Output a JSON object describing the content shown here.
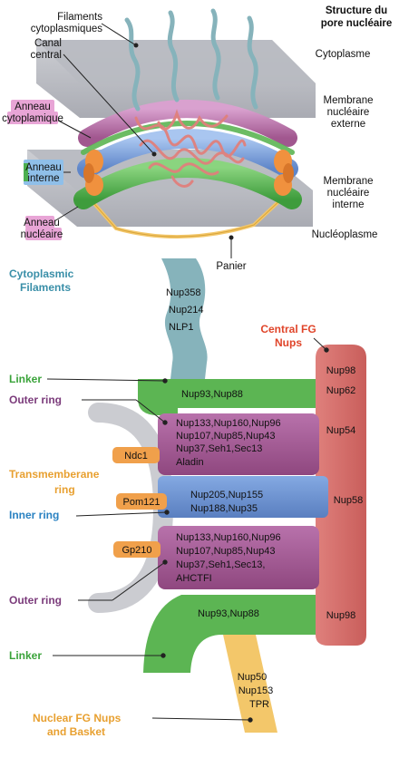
{
  "top": {
    "title_line1": "Structure du",
    "title_line2": "pore nucléaire",
    "filaments_line1": "Filaments",
    "filaments_line2": "cytoplasmiques",
    "canal_line1": "Canal",
    "canal_line2": "central",
    "cytoplasme": "Cytoplasme",
    "membrane_ext_line1": "Membrane",
    "membrane_ext_line2": "nucléaire",
    "membrane_ext_line3": "externe",
    "anneau_cyto_line1": "Anneau",
    "anneau_cyto_line2": "cytoplamique",
    "anneau_int_line1": "Anneau",
    "anneau_int_line2": "interne",
    "membrane_int_line1": "Membrane",
    "membrane_int_line2": "nucléaire",
    "membrane_int_line3": "interne",
    "anneau_nuc_line1": "Anneau",
    "anneau_nuc_line2": "nucléaire",
    "nucleoplasme": "Nucléoplasme",
    "panier": "Panier"
  },
  "bottom": {
    "cyto_filaments_line1": "Cytoplasmic",
    "cyto_filaments_line2": "Filaments",
    "filament_nups": [
      "Nup358",
      "Nup214",
      "NLP1"
    ],
    "central_fg_line1": "Central FG",
    "central_fg_line2": "Nups",
    "central_nups": [
      "Nup98",
      "Nup62",
      "Nup54",
      "Nup58",
      "Nup98"
    ],
    "linker_top": "Linker",
    "linker_top_nups": "Nup93,Nup88",
    "outer_ring_top": "Outer ring",
    "outer_top_nups": [
      "Nup133,Nup160,Nup96",
      "Nup107,Nup85,Nup43",
      "Nup37,Seh1,Sec13",
      "Aladin"
    ],
    "ndc1": "Ndc1",
    "transmembrane_line1": "Transmemberane",
    "transmembrane_line2": "ring",
    "pom121": "Pom121",
    "inner_ring": "Inner ring",
    "inner_nups": [
      "Nup205,Nup155",
      "Nup188,Nup35"
    ],
    "gp210": "Gp210",
    "outer_bottom_nups": [
      "Nup133,Nup160,Nup96",
      "Nup107,Nup85,Nup43",
      "Nup37,Seh1,Sec13,",
      "AHCTFI"
    ],
    "outer_ring_bottom": "Outer ring",
    "linker_bottom_nups": "Nup93,Nup88",
    "linker_bottom": "Linker",
    "basket_nups": [
      "Nup50",
      "Nup153",
      "TPR"
    ],
    "nuclear_fg_line1": "Nuclear FG Nups",
    "nuclear_fg_line2": "and Basket"
  },
  "colors": {
    "membrane": "#a7a9b2",
    "cytoplasmic_ring": "#c583b9",
    "inner_ring": "#8aaee4",
    "nuclear_ring": "#63c05a",
    "orange": "#f0913e",
    "filaments": "#86b3bb",
    "central_fg": "#d97673",
    "outer_ring_block": "#a45b9a",
    "inner_ring_block": "#6e92cf",
    "linker": "#5cb553",
    "basket": "#f3c76a",
    "tm_label": "#f0a04b",
    "label_green": "#3aa33a",
    "label_purple": "#7b3b7b",
    "label_blue": "#2a82c2",
    "label_red": "#e0452a",
    "label_orange": "#e8a030",
    "label_teal": "#3a8fa8"
  }
}
